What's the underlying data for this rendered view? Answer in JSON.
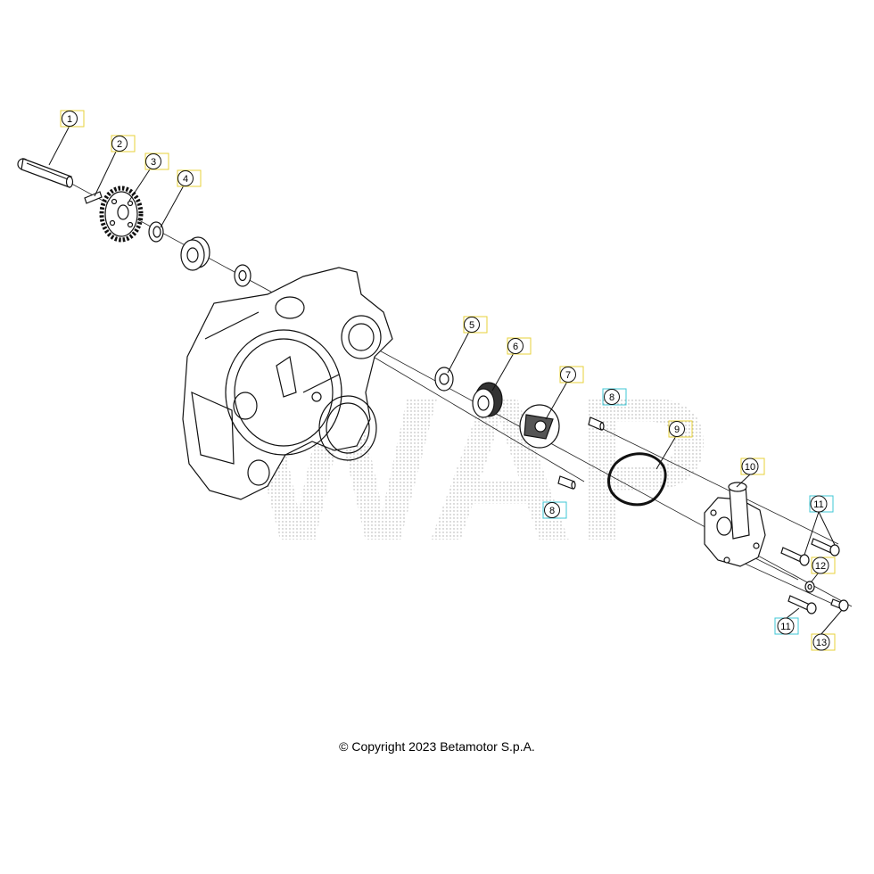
{
  "watermark_text": "WAP",
  "copyright": "© Copyright 2023 Betamotor S.p.A.",
  "colors": {
    "label_ring_yellow": "#e7d23a",
    "label_ring_cyan": "#3fc7d6",
    "linework": "#111111",
    "watermark": "#9a9a9a"
  },
  "callouts": [
    {
      "id": "c1",
      "number": "1",
      "ring": "yellow"
    },
    {
      "id": "c2",
      "number": "2",
      "ring": "yellow"
    },
    {
      "id": "c3",
      "number": "3",
      "ring": "yellow"
    },
    {
      "id": "c4",
      "number": "4",
      "ring": "yellow"
    },
    {
      "id": "c5",
      "number": "5",
      "ring": "yellow"
    },
    {
      "id": "c6",
      "number": "6",
      "ring": "yellow"
    },
    {
      "id": "c7",
      "number": "7",
      "ring": "yellow"
    },
    {
      "id": "c8a",
      "number": "8",
      "ring": "cyan"
    },
    {
      "id": "c8b",
      "number": "8",
      "ring": "cyan"
    },
    {
      "id": "c9",
      "number": "9",
      "ring": "yellow"
    },
    {
      "id": "c10",
      "number": "10",
      "ring": "yellow"
    },
    {
      "id": "c11a",
      "number": "11",
      "ring": "cyan"
    },
    {
      "id": "c11b",
      "number": "11",
      "ring": "cyan"
    },
    {
      "id": "c12",
      "number": "12",
      "ring": "yellow"
    },
    {
      "id": "c13",
      "number": "13",
      "ring": "yellow"
    }
  ]
}
